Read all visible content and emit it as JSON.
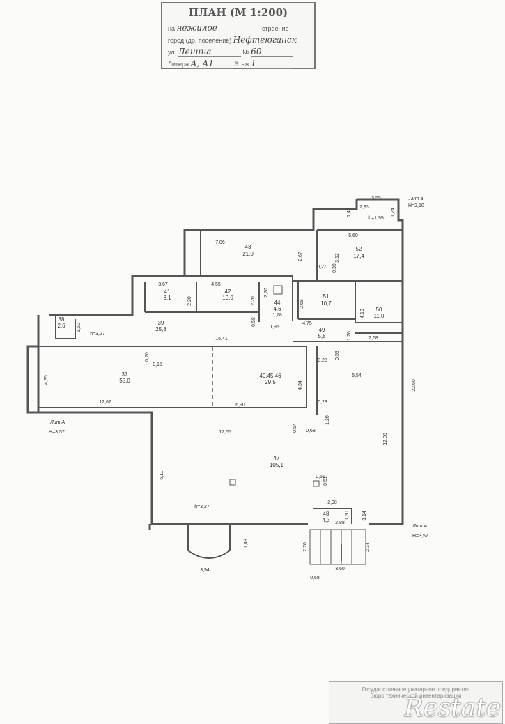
{
  "stamp": {
    "title": "ПЛАН (М 1:200)",
    "label_object": "на",
    "value_object": "нежилое",
    "label_building": "строение",
    "label_city": "город (др. поселение)",
    "value_city": "Нефтеюганск",
    "label_street": "ул.",
    "value_street": "Ленина",
    "label_number": "№",
    "value_number": "60",
    "label_liter": "Литера",
    "value_liter": "А, А1",
    "label_floor": "Этаж",
    "value_floor": "1"
  },
  "rooms": [
    {
      "num": "43",
      "area": "21,0"
    },
    {
      "num": "52",
      "area": "17,4"
    },
    {
      "num": "41",
      "area": "8,1"
    },
    {
      "num": "42",
      "area": "10,0"
    },
    {
      "num": "44",
      "area": "4,6"
    },
    {
      "num": "51",
      "area": "10,7"
    },
    {
      "num": "50",
      "area": "11,0"
    },
    {
      "num": "38",
      "area": "2,6"
    },
    {
      "num": "39",
      "area": "25,8"
    },
    {
      "num": "49",
      "area": "5,8"
    },
    {
      "num": "37",
      "area": "55,0"
    },
    {
      "num": "40,45,46",
      "area": "29,5"
    },
    {
      "num": "47",
      "area": "105,1"
    },
    {
      "num": "48",
      "area": "4,3"
    }
  ],
  "dimensions": [
    "3,55",
    "2,93",
    "1,40",
    "1,24",
    "5,60",
    "h=1,95",
    "7,86",
    "2,67",
    "3,12",
    "0,21",
    "0,39",
    "3,67",
    "4,55",
    "2,20",
    "2,20",
    "2,70",
    "1,78",
    "2,68",
    "4,10",
    "0,58",
    "1,95",
    "4,75",
    "1,26",
    "2,68",
    "1,60",
    "h=3,27",
    "15,41",
    "0,53",
    "0,70",
    "0,15",
    "0,28",
    "5,54",
    "4,35",
    "4,34",
    "22,60",
    "12,67",
    "6,90",
    "0,28",
    "1,20",
    "0,54",
    "0,68",
    "17,55",
    "12,06",
    "0,51",
    "0,51",
    "6,11",
    "h=3,27",
    "2,98",
    "1,50",
    "1,14",
    "2,88",
    "1,48",
    "2,70",
    "2,14",
    "3,94",
    "0,68",
    "3,60"
  ],
  "level_notes": [
    {
      "label": "Лит А",
      "height": "H=3,57"
    },
    {
      "label": "Лит а",
      "height": "H=2,10"
    },
    {
      "label": "Лит А",
      "height": "H=3,57"
    }
  ],
  "bottom_stamp": {
    "line1": "Государственное унитарное предприятие",
    "line2": "Бюро технической инвентаризации"
  },
  "watermark": "Restate",
  "colors": {
    "paper": "#fbfbfa",
    "ink": "#555555",
    "stamp_border": "#777777"
  }
}
